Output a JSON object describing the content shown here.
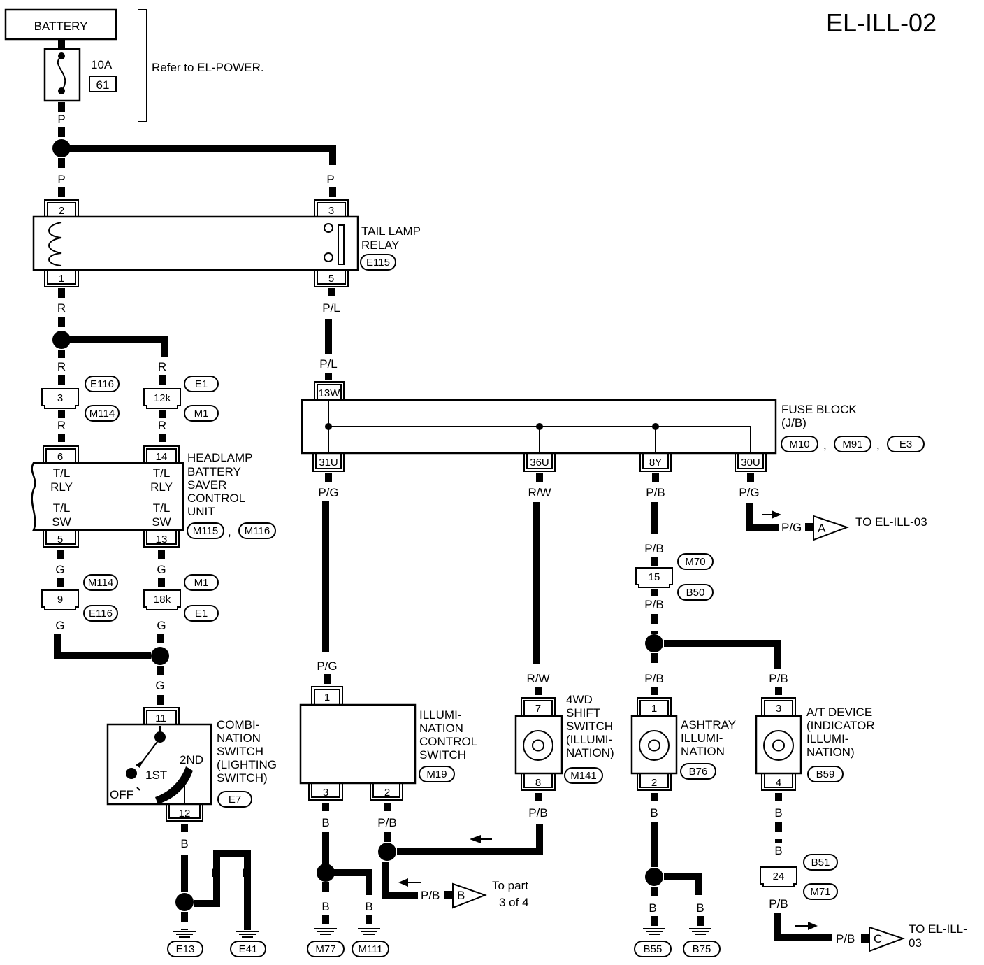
{
  "page_code": "EL-ILL-02",
  "battery": {
    "label": "BATTERY",
    "fuse_rating": "10A",
    "fuse_no": "61",
    "note": "Refer to EL-POWER."
  },
  "wire_colors": {
    "p": "P",
    "r": "R",
    "pl": "P/L",
    "g": "G",
    "pg": "P/G",
    "rw": "R/W",
    "pb": "P/B",
    "b": "B"
  },
  "tail_lamp_relay": {
    "name_line1": "TAIL LAMP",
    "name_line2": "RELAY",
    "connector": "E115",
    "pins": [
      "2",
      "3",
      "1",
      "5"
    ]
  },
  "headlamp_saver": {
    "name_lines": [
      "HEADLAMP",
      "BATTERY",
      "SAVER",
      "CONTROL",
      "UNIT"
    ],
    "connectors": [
      "M115",
      "M116"
    ],
    "pins": [
      "6",
      "14",
      "5",
      "13"
    ],
    "inner": {
      "tl": "T/L",
      "rly": "RLY",
      "sw": "SW"
    }
  },
  "connectors": {
    "c3": "3",
    "c12k": "12k",
    "c9": "9",
    "c18k": "18k",
    "c15": "15",
    "c24": "24",
    "e116": "E116",
    "m114": "M114",
    "e1": "E1",
    "m1": "M1",
    "m70": "M70",
    "b50": "B50",
    "b51": "B51",
    "m71": "M71"
  },
  "fuse_block": {
    "name_line1": "FUSE BLOCK",
    "name_line2": "(J/B)",
    "connectors": [
      "M10",
      "M91",
      "E3"
    ],
    "pins": [
      "13W",
      "31U",
      "36U",
      "8Y",
      "30U"
    ]
  },
  "combination_switch": {
    "name_lines": [
      "COMBI-",
      "NATION",
      "SWITCH",
      "(LIGHTING",
      "SWITCH)"
    ],
    "connector": "E7",
    "pins": [
      "11",
      "12"
    ],
    "positions": [
      "OFF",
      "1ST",
      "2ND"
    ]
  },
  "illumination_control": {
    "name_lines": [
      "ILLUMI-",
      "NATION",
      "CONTROL",
      "SWITCH"
    ],
    "connector": "M19",
    "pins": [
      "1",
      "3",
      "2"
    ]
  },
  "shift_switch": {
    "name_lines": [
      "4WD",
      "SHIFT",
      "SWITCH",
      "(ILLUMI-",
      "NATION)"
    ],
    "connector": "M141",
    "pins": [
      "7",
      "8"
    ]
  },
  "ashtray": {
    "name_lines": [
      "ASHTRAY",
      "ILLUMI-",
      "NATION"
    ],
    "connector": "B76",
    "pins": [
      "1",
      "2"
    ]
  },
  "at_device": {
    "name_lines": [
      "A/T DEVICE",
      "(INDICATOR",
      "ILLUMI-",
      "NATION)"
    ],
    "connector": "B59",
    "pins": [
      "3",
      "4"
    ]
  },
  "grounds": [
    "E13",
    "E41",
    "M77",
    "M111",
    "B55",
    "B75"
  ],
  "offpage": {
    "a": {
      "letter": "A",
      "text": "TO EL-ILL-03"
    },
    "b": {
      "letter": "B",
      "text_line1": "To part",
      "text_line2": "3 of 4"
    },
    "c": {
      "letter": "C",
      "text_line1": "TO EL-ILL-",
      "text_line2": "03"
    }
  },
  "separator": ","
}
